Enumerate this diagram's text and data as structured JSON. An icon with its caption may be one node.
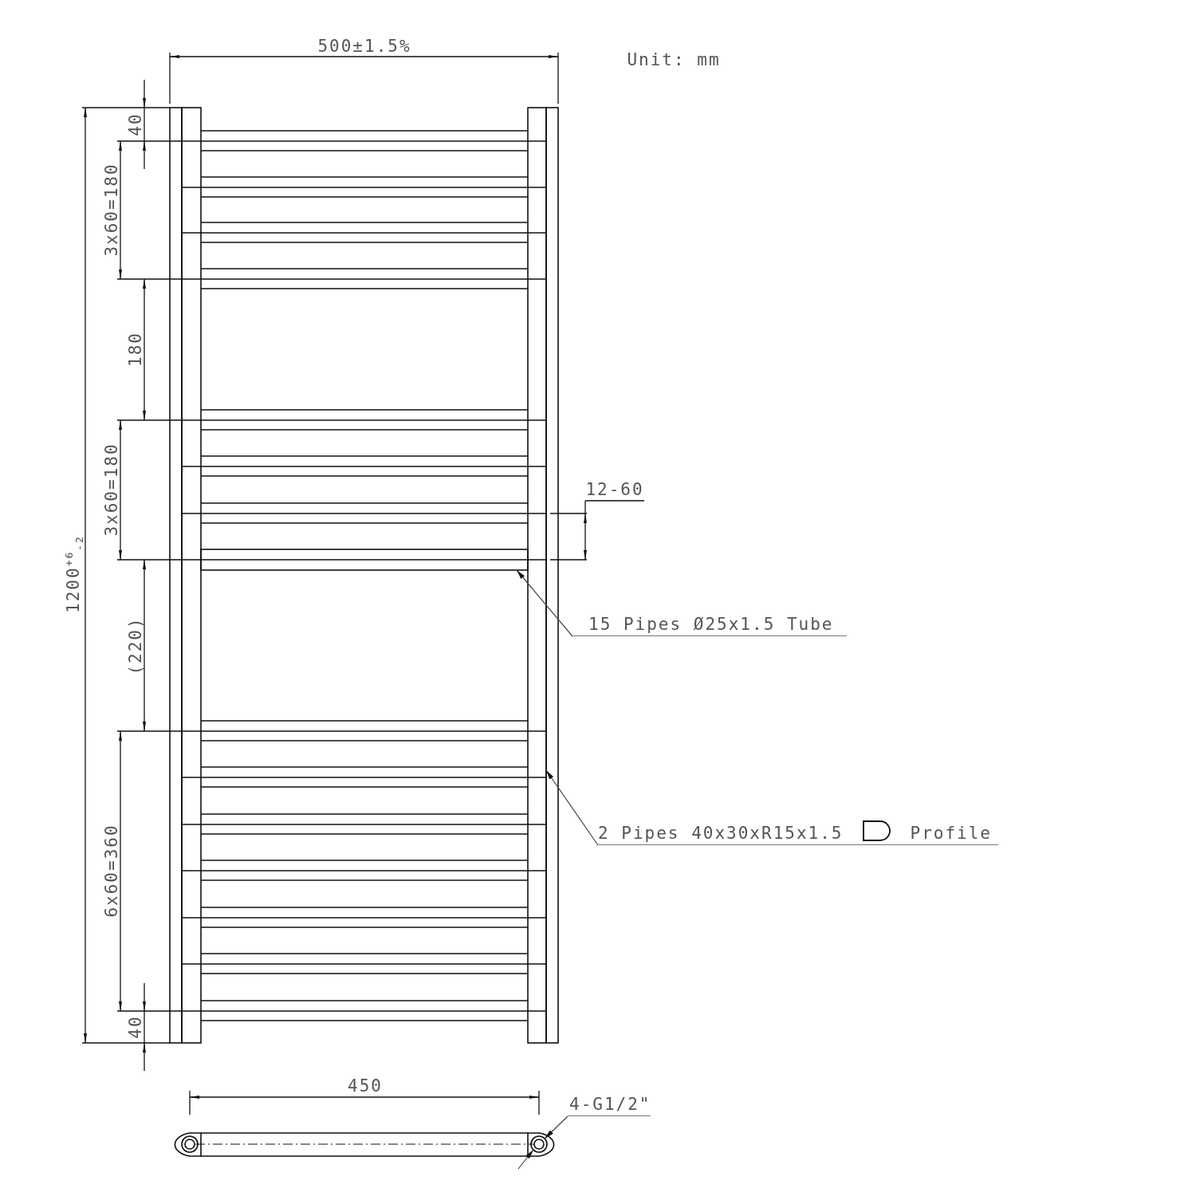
{
  "diagram": {
    "nodes": [
      {
        "text": [],
        "shape": "bar"
      },
      {
        "text": [
          "15 Pipes Ø25x1.5 Tube"
        ]
      },
      {
        "text": [],
        "shape": "bar"
      },
      {
        "text": [
          "2 Pipes 40x30xR15x1.5",
          "Profile"
        ]
      },
      {
        "text": [
          "4-G1/2\""
        ]
      },
      {
        "text": [],
        "shape": "circle"
      }
    ],
    "edges": [
      {
        "from": 1,
        "to": 0,
        "arrow": "to"
      },
      {
        "from": 3,
        "to": 2,
        "arrow": "to"
      },
      {
        "from": 4,
        "to": 5,
        "arrow": "to"
      }
    ],
    "labels": [
      "500±1.5%",
      "Unit: mm",
      "40",
      "3x60=180",
      "180",
      "3x60=180",
      "12-60",
      "(220)",
      "1200$^{+6}$$_{-2}$",
      "6x60=360",
      "40",
      "450"
    ]
  }
}
